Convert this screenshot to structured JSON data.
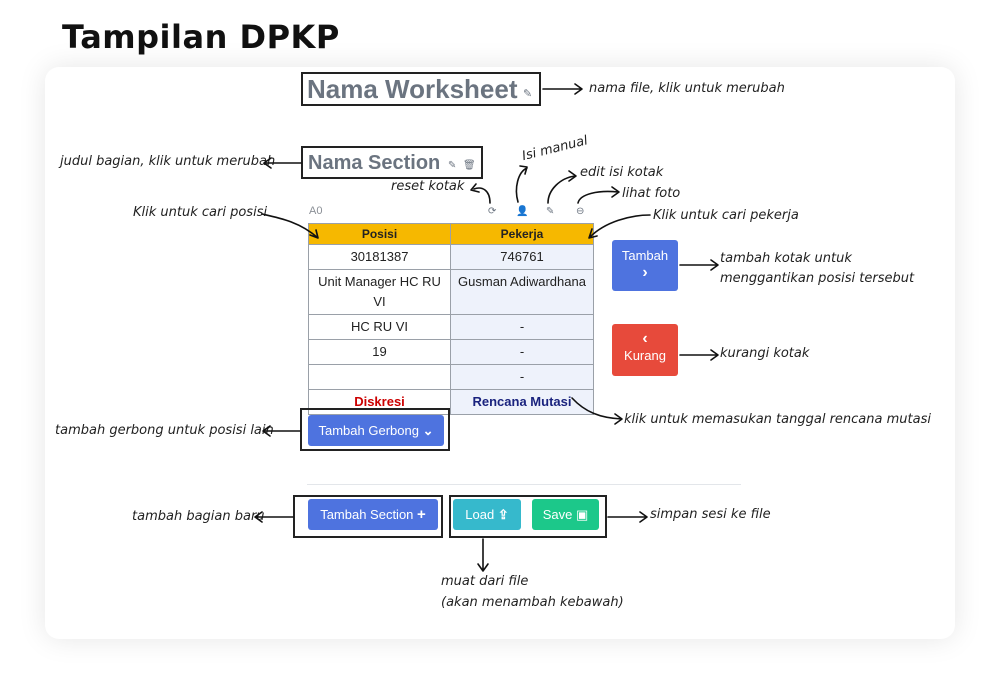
{
  "heading": "Tampilan DPKP",
  "worksheet": {
    "title": "Nama Worksheet",
    "edit_icon": "edit-icon"
  },
  "section": {
    "title": "Nama Section",
    "edit_icon": "edit-icon",
    "delete_icon": "trash-icon"
  },
  "toolbar_icons": {
    "reset": "refresh-icon",
    "manual": "user-plus-icon",
    "edit": "edit-icon",
    "photo": "camera-icon"
  },
  "box": {
    "code": "A0",
    "headers": [
      "Posisi",
      "Pekerja"
    ],
    "rows": [
      [
        "30181387",
        "746761"
      ],
      [
        "Unit Manager HC RU VI",
        "Gusman Adiwardhana"
      ],
      [
        "HC RU VI",
        "-"
      ],
      [
        "19",
        "-"
      ],
      [
        "",
        "-"
      ]
    ],
    "footer": [
      "Diskresi",
      "Rencana Mutasi"
    ]
  },
  "buttons": {
    "tambah": {
      "label": "Tambah",
      "icon": "›"
    },
    "kurang": {
      "label": "Kurang",
      "icon": "‹"
    },
    "gerbong": {
      "label": "Tambah Gerbong",
      "icon": "⌄"
    },
    "section": {
      "label": "Tambah Section",
      "icon": "+"
    },
    "load": {
      "label": "Load",
      "icon": "upload-icon"
    },
    "save": {
      "label": "Save",
      "icon": "floppy-icon"
    }
  },
  "annotations": {
    "worksheet": "nama file, klik untuk merubah",
    "section": "judul bagian, klik untuk merubah",
    "reset": "reset kotak",
    "manual": "Isi manual",
    "edit": "edit isi kotak",
    "photo": "lihat foto",
    "posisi": "Klik untuk cari posisi",
    "pekerja": "Klik untuk cari pekerja",
    "tambah": "tambah kotak untuk menggantikan posisi tersebut",
    "kurang": "kurangi kotak",
    "mutasi": "klik untuk memasukan tanggal rencana mutasi",
    "gerbong": "tambah gerbong untuk posisi lain",
    "tambah_section": "tambah bagian baru",
    "save": "simpan sesi ke file",
    "load_line1": "muat dari file",
    "load_line2": "(akan menambah kebawah)"
  },
  "colors": {
    "header_yellow": "#f6b800",
    "primary_blue": "#4e73df",
    "danger_red": "#e74a3b",
    "info_teal": "#36b9cc",
    "success_green": "#1cc88a",
    "diskresi_red": "#cc0000",
    "mutasi_navy": "#1a237e"
  }
}
